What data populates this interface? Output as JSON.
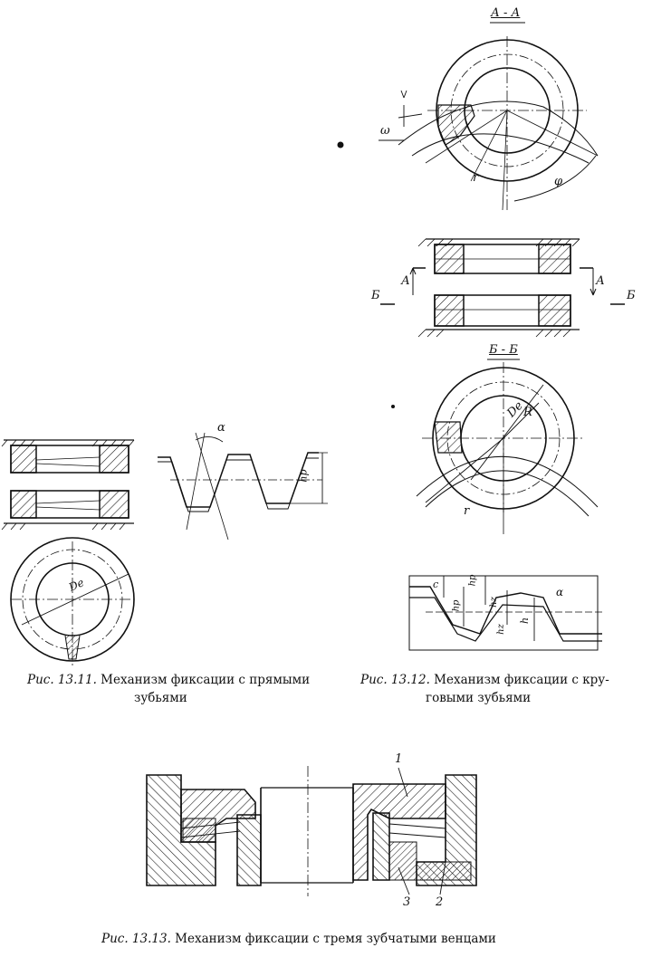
{
  "fig_13_11": {
    "caption_number": "Рис. 13.11.",
    "caption_line1": "Механизм фиксации с прямыми",
    "caption_line2": "зубьями",
    "labels": {
      "alpha": "α",
      "hp": "hp",
      "de": "De"
    }
  },
  "fig_13_12": {
    "caption_number": "Рис. 13.12.",
    "caption_line1": "Механизм фиксации с кру-",
    "caption_line2": "говыми зубьями",
    "labels": {
      "section_aa": "А - А",
      "section_bb": "Б - Б",
      "omega": "ω",
      "r_top": "r",
      "phi": "φ",
      "a_left": "А",
      "a_right": "А",
      "b_left": "Б",
      "b_right": "Б",
      "de": "De",
      "R": "R",
      "r_bottom": "r",
      "c": "c",
      "hp_top": "hp",
      "hp_mid": "hp",
      "hz": "hz",
      "hz2": "hz",
      "h": "h",
      "alpha": "α"
    }
  },
  "fig_13_13": {
    "caption_number": "Рис. 13.13.",
    "caption_text": "Механизм фиксации с тремя зубчатыми венцами",
    "labels": {
      "n1": "1",
      "n2": "2",
      "n3": "3"
    }
  }
}
